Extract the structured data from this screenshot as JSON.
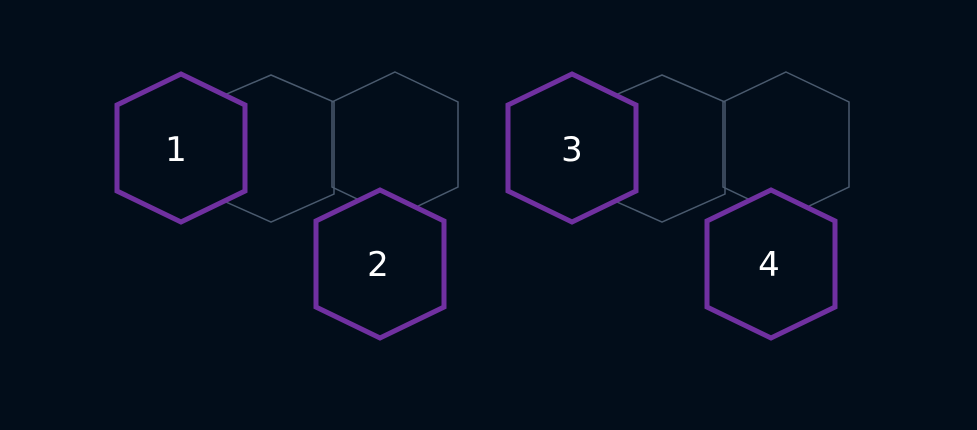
{
  "colors": {
    "background": "#020d1a",
    "accent_hex": "#7030a0",
    "muted_hex": "#4a5a6e",
    "label_text": "#ffffff"
  },
  "diagram": {
    "groups": [
      {
        "highlighted": [
          {
            "label": "1"
          },
          {
            "label": "2"
          }
        ]
      },
      {
        "highlighted": [
          {
            "label": "3"
          },
          {
            "label": "4"
          }
        ]
      }
    ]
  }
}
